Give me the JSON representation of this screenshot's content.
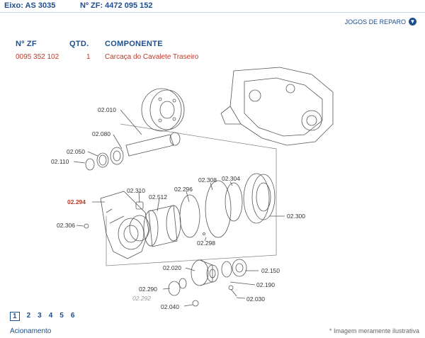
{
  "header": {
    "axle": "Eixo: AS 3035",
    "zf_number": "Nº ZF: 4472 095 152"
  },
  "kits_link": {
    "label": "JOGOS DE REPARO",
    "icon": "arrow-down-circle-icon"
  },
  "table": {
    "headers": {
      "zf": "Nº ZF",
      "qty": "QTD.",
      "component": "COMPONENTE"
    },
    "row": {
      "zf": "0095 352 102",
      "qty": "1",
      "component": "Carcaça do Cavalete Traseiro"
    }
  },
  "diagram": {
    "labels": {
      "l02010": "02.010",
      "l02080": "02.080",
      "l02050": "02.050",
      "l02110": "02.110",
      "l02294": "02.294",
      "l02310": "02.310",
      "l02512": "02.512",
      "l02296": "02.296",
      "l02308": "02.308",
      "l02304": "02.304",
      "l02300": "02.300",
      "l02306": "02.306",
      "l02298": "02.298",
      "l02020": "02.020",
      "l02150": "02.150",
      "l02290": "02.290",
      "l02292": "02.292",
      "l02190": "02.190",
      "l02040": "02.040",
      "l02030": "02.030"
    },
    "highlight_color": "#c0392b"
  },
  "pager": {
    "pages": [
      "1",
      "2",
      "3",
      "4",
      "5",
      "6"
    ],
    "current": "1"
  },
  "footer": {
    "link": "Acionamento",
    "note": "* Imagem meramente ilustrativa"
  }
}
